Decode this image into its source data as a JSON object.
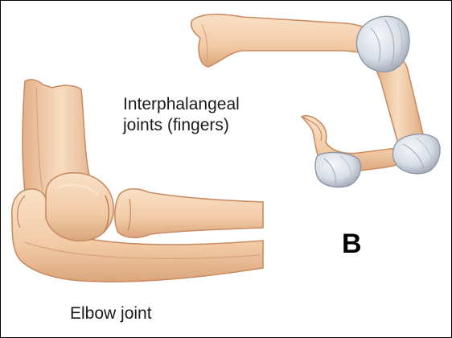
{
  "labels": {
    "interphalangeal_line1": "Interphalangeal",
    "interphalangeal_line2": "joints (fingers)",
    "elbow": "Elbow joint"
  },
  "panel_letter": "B",
  "colors": {
    "bone": "#f4d2b0",
    "bone_shadow": "#d9a57c",
    "bone_outline": "#c98c63",
    "capsule": "#dfe3ea",
    "capsule_shadow": "#a9b0bc",
    "background": "#ffffff",
    "border": "#000000"
  },
  "icons": [
    "interphalangeal-joints-illustration",
    "elbow-joint-illustration"
  ]
}
